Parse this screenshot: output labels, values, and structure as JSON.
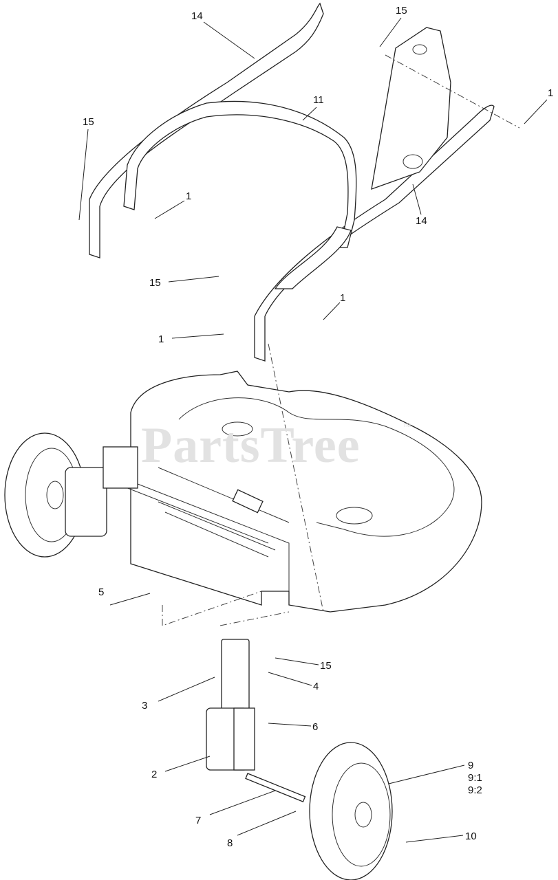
{
  "watermark": {
    "text": "PartsTree",
    "trademark": "™"
  },
  "callouts": [
    {
      "id": "c14a",
      "text": "14"
    },
    {
      "id": "c15a",
      "text": "15"
    },
    {
      "id": "c1a",
      "text": "1"
    },
    {
      "id": "c15b",
      "text": "15"
    },
    {
      "id": "c11",
      "text": "11"
    },
    {
      "id": "c1b",
      "text": "1"
    },
    {
      "id": "c14b",
      "text": "14"
    },
    {
      "id": "c15c",
      "text": "15"
    },
    {
      "id": "c1c",
      "text": "1"
    },
    {
      "id": "c1d",
      "text": "1"
    },
    {
      "id": "c5",
      "text": "5"
    },
    {
      "id": "c15d",
      "text": "15"
    },
    {
      "id": "c3",
      "text": "3"
    },
    {
      "id": "c4",
      "text": "4"
    },
    {
      "id": "c6",
      "text": "6"
    },
    {
      "id": "c2",
      "text": "2"
    },
    {
      "id": "c9",
      "text": "9"
    },
    {
      "id": "c9_1",
      "text": "9:1"
    },
    {
      "id": "c9_2",
      "text": "9:2"
    },
    {
      "id": "c7",
      "text": "7"
    },
    {
      "id": "c8",
      "text": "8"
    },
    {
      "id": "c10",
      "text": "10"
    }
  ]
}
